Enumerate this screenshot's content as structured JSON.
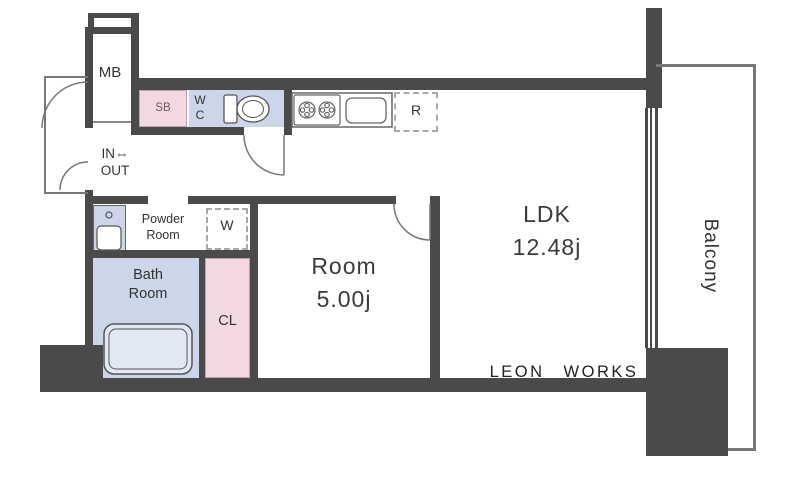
{
  "plan": {
    "rooms": {
      "mb": {
        "label": "MB"
      },
      "sb": {
        "label": "SB"
      },
      "wc": {
        "lines": [
          "W",
          "C"
        ]
      },
      "entrance": {
        "lines": [
          "IN⇔",
          "OUT"
        ]
      },
      "fridge": {
        "label": "R"
      },
      "washer": {
        "label": "W"
      },
      "powder": {
        "lines": [
          "Powder",
          "Room"
        ]
      },
      "bath": {
        "lines": [
          "Bath",
          "Room"
        ]
      },
      "closet": {
        "label": "CL"
      },
      "bedroom": {
        "name": "Room",
        "size": "5.00j"
      },
      "ldk": {
        "name": "LDK",
        "size": "12.48j"
      },
      "balcony": {
        "label": "Balcony"
      }
    },
    "brand": "LEON WORKS",
    "colors": {
      "wall": "#4a4a4a",
      "water_blue": "#cdd5e9",
      "storage_pink": "#f2d8e1",
      "thin_line": "#777777",
      "dashed_line": "#a9a9a9",
      "text": "#333333"
    }
  }
}
